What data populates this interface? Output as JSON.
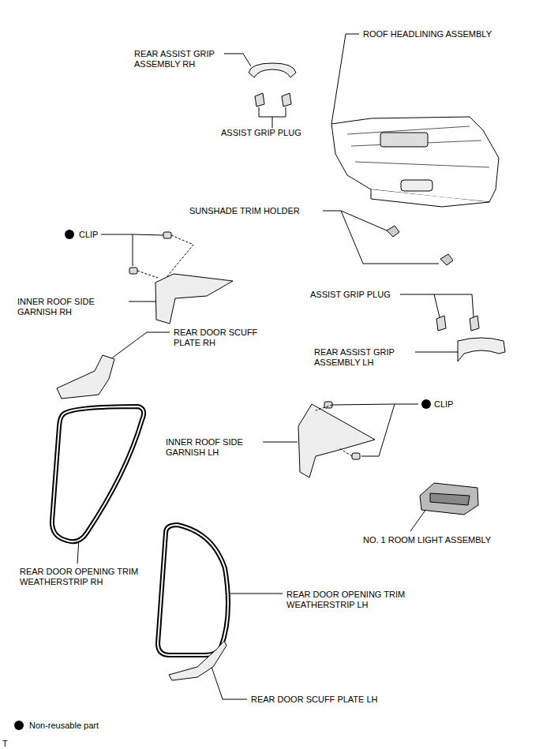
{
  "diagram": {
    "labels": [
      "ROOF HEADLINING ASSEMBLY",
      "REAR ASSIST GRIP ASSEMBLY RH",
      "ASSIST GRIP PLUG",
      "SUNSHADE TRIM HOLDER",
      "CLIP",
      "INNER ROOF SIDE GARNISH RH",
      "ASSIST GRIP PLUG",
      "REAR ASSIST GRIP ASSEMBLY LH",
      "REAR DOOR SCUFF PLATE RH",
      "CLIP",
      "INNER ROOF SIDE GARNISH LH",
      "NO. 1 ROOM LIGHT ASSEMBLY",
      "REAR DOOR OPENING TRIM WEATHERSTRIP RH",
      "REAR DOOR OPENING TRIM WEATHERSTRIP LH",
      "REAR DOOR SCUFF PLATE LH",
      "T"
    ],
    "legend": [
      {
        "text": "Non-reusable part"
      }
    ]
  }
}
